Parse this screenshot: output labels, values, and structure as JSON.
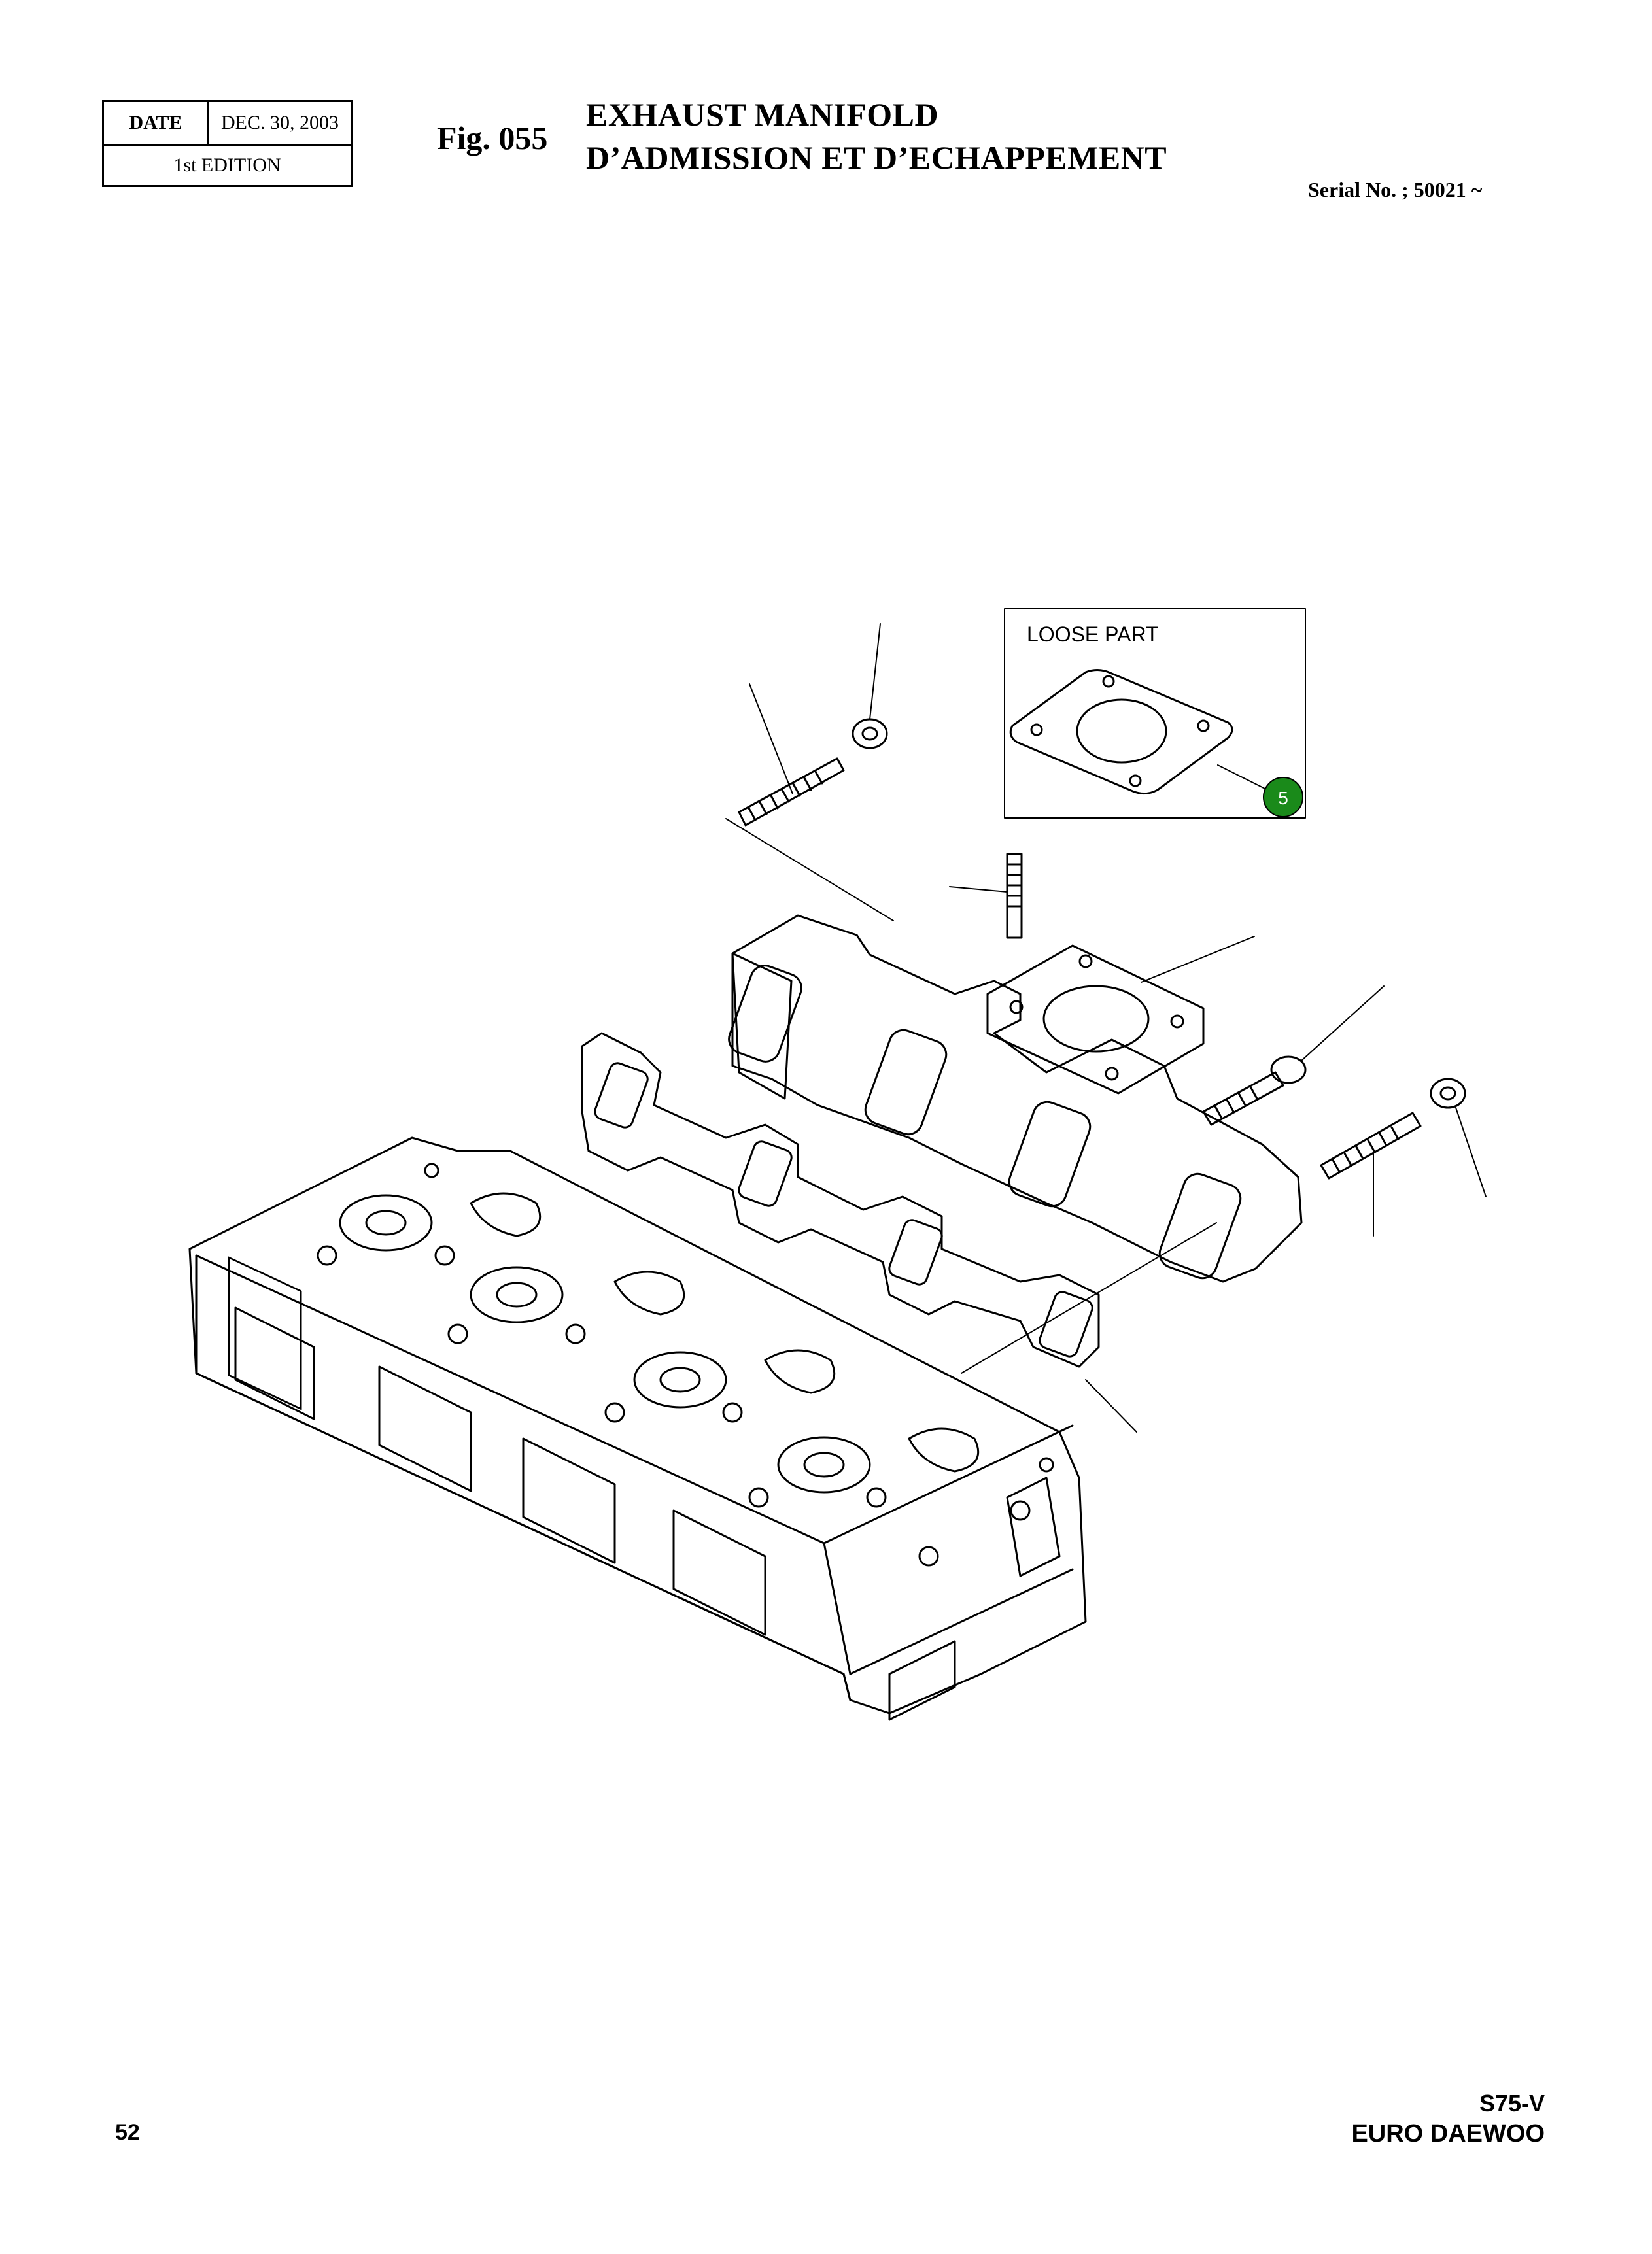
{
  "header": {
    "date_label": "DATE",
    "date_value": "DEC. 30, 2003",
    "edition": "1st EDITION",
    "fig_label": "Fig. 055",
    "title_en": "EXHAUST MANIFOLD",
    "title_fr": "D’ADMISSION ET D’ECHAPPEMENT",
    "serial": "Serial No. ; 50021 ~"
  },
  "diagram": {
    "loose_part_label": "LOOSE PART",
    "callout_number": "5",
    "callout_color": "#1a8a1a"
  },
  "footer": {
    "page_number": "52",
    "model": "S75-V",
    "brand": "EURO DAEWOO"
  }
}
